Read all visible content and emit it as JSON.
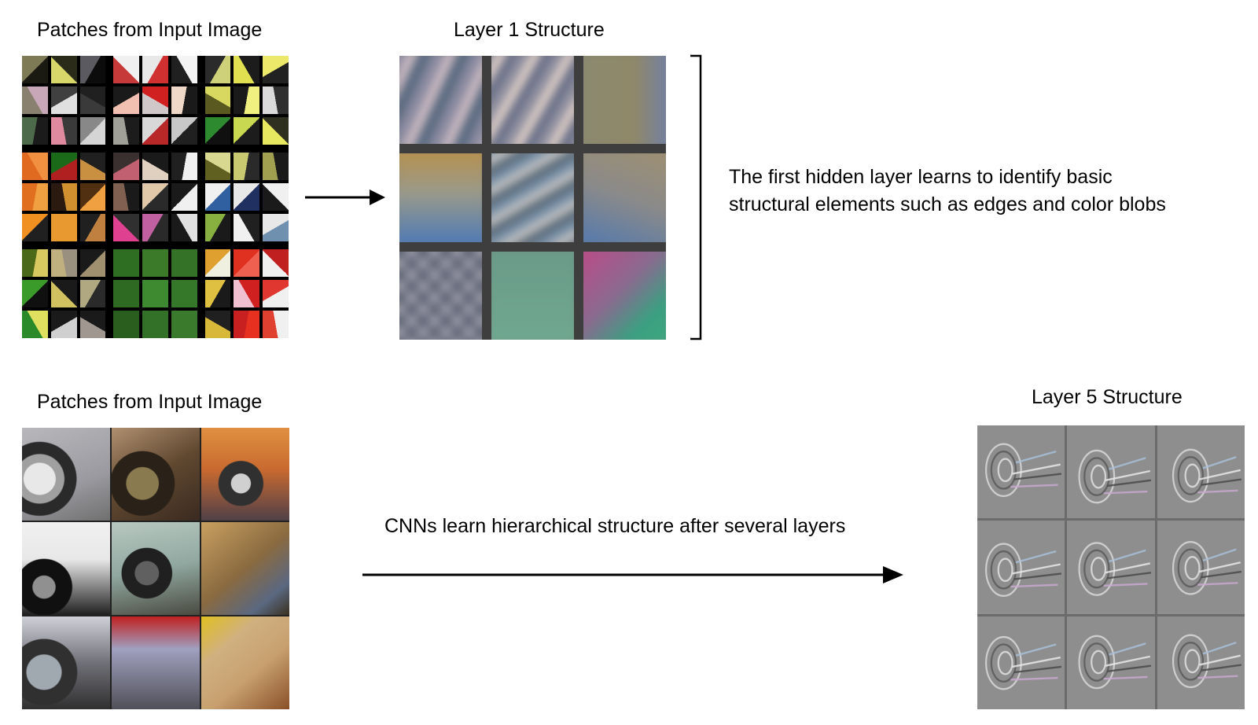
{
  "top": {
    "patches_title": "Patches from Input Image",
    "layer1_title": "Layer 1 Structure",
    "description_line1": "The first hidden layer learns to identify basic",
    "description_line2": "structural elements such as edges and color blobs"
  },
  "bottom": {
    "patches_title": "Patches from Input Image",
    "layer5_title": "Layer 5 Structure",
    "arrow_caption": "CNNs learn hierarchical structure after several  layers"
  }
}
